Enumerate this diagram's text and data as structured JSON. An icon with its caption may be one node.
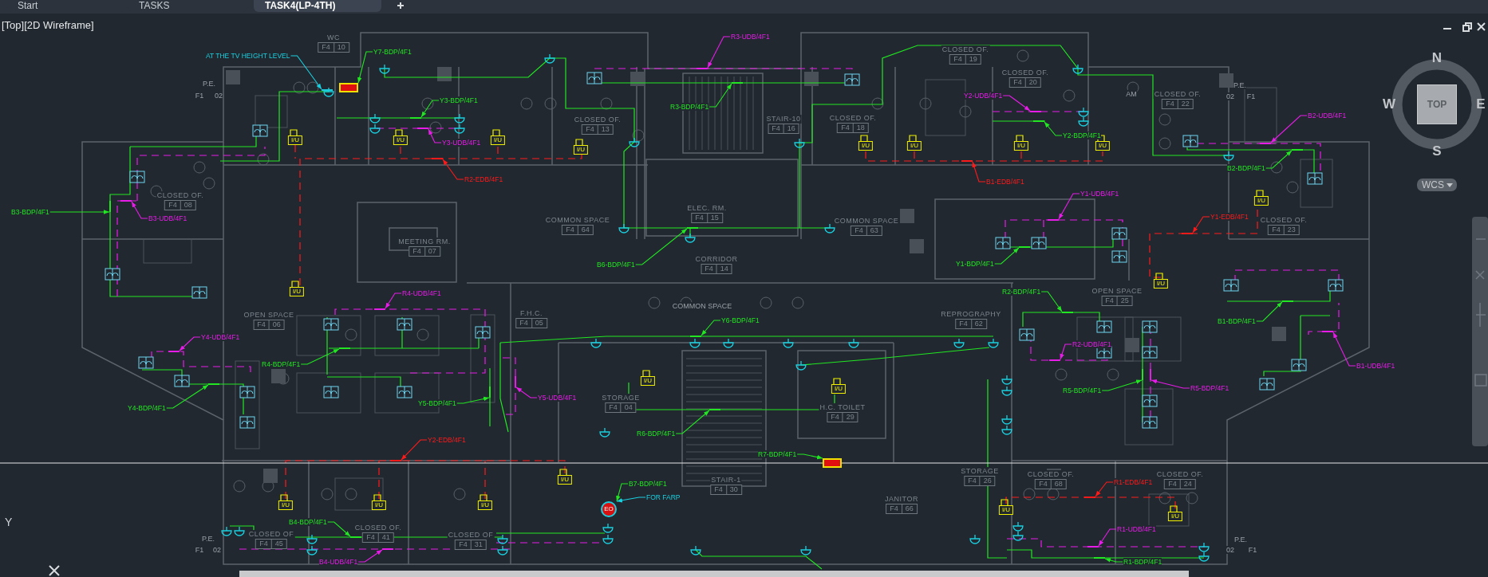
{
  "diagram": {
    "nodes": [
      {
        "text": [
          "AT THE TV HEIGHT LEVEL"
        ]
      },
      {
        "text": [
          "Y7-BDP/4F1"
        ]
      },
      {
        "text": [
          "R3-UDB/4F1"
        ]
      },
      {
        "text": [
          "Y3-BDP/4F1"
        ]
      },
      {
        "text": [
          "Y2-UDB/4F1"
        ]
      },
      {
        "text": [
          "Y2-BDP/4F1"
        ]
      },
      {
        "text": [
          "R3-BDP/4F1"
        ]
      },
      {
        "text": [
          "B2-UDB/4F1"
        ]
      },
      {
        "text": [
          "Y3-UDB/4F1"
        ]
      },
      {
        "text": [
          "B2-BDP/4F1"
        ]
      },
      {
        "text": [
          "R2-EDB/4F1"
        ]
      },
      {
        "text": [
          "B1-EDB/4F1"
        ]
      },
      {
        "text": [
          "Y1-UDB/4F1"
        ]
      },
      {
        "text": [
          "B3-BDP/4F1"
        ]
      },
      {
        "text": [
          "Y1-EDB/4F1"
        ]
      },
      {
        "text": [
          "B3-UDB/4F1"
        ]
      },
      {
        "text": [
          "B6-BDP/4F1"
        ]
      },
      {
        "text": [
          "Y1-BDP/4F1"
        ]
      },
      {
        "text": [
          "R2-BDP/4F1"
        ]
      },
      {
        "text": [
          "R4-UDB/4F1"
        ]
      },
      {
        "text": [
          "Y6-BDP/4F1"
        ]
      },
      {
        "text": [
          "B1-BDP/4F1"
        ]
      },
      {
        "text": [
          "Y4-UDB/4F1"
        ]
      },
      {
        "text": [
          "R2-UDB/4F1"
        ]
      },
      {
        "text": [
          "R4-BDP/4F1"
        ]
      },
      {
        "text": [
          "B1-UDB/4F1"
        ]
      },
      {
        "text": [
          "Y5-UDB/4F1"
        ]
      },
      {
        "text": [
          "R5-BDP/4F1"
        ]
      },
      {
        "text": [
          "R5-BDP/4F1"
        ]
      },
      {
        "text": [
          "Y5-BDP/4F1"
        ]
      },
      {
        "text": [
          "Y4-BDP/4F1"
        ]
      },
      {
        "text": [
          "R6-BDP/4F1"
        ]
      },
      {
        "text": [
          "Y2-EDB/4F1"
        ]
      },
      {
        "text": [
          "R7-BDP/4F1"
        ]
      },
      {
        "text": [
          "R1-EDB/4F1"
        ]
      },
      {
        "text": [
          "B7-BDP/4F1"
        ]
      },
      {
        "text": [
          "FOR FARP"
        ]
      },
      {
        "text": [
          "B4-BDP/4F1"
        ]
      },
      {
        "text": [
          "R1-UDB/4F1"
        ]
      },
      {
        "text": [
          "B4-UDB/4F1"
        ]
      },
      {
        "text": [
          "R1-BDP/4F1"
        ]
      },
      {
        "text": [
          "WC",
          "F4",
          "10"
        ]
      },
      {
        "text": [
          "CLOSED OF.",
          "F4",
          "13"
        ]
      },
      {
        "text": [
          "STAIR-10",
          "F4",
          "16"
        ]
      },
      {
        "text": [
          "CLOSED OF.",
          "F4",
          "18"
        ]
      },
      {
        "text": [
          "CLOSED OF.",
          "F4",
          "19"
        ]
      },
      {
        "text": [
          "CLOSED OF.",
          "F4",
          "20"
        ]
      },
      {
        "text": [
          "CLOSED OF.",
          "F4",
          "22"
        ]
      },
      {
        "text": [
          "CLOSED OF.",
          "F4",
          "08"
        ]
      },
      {
        "text": [
          "ELEC. RM.",
          "F4",
          "15"
        ]
      },
      {
        "text": [
          "COMMON SPACE",
          "F4",
          "64"
        ]
      },
      {
        "text": [
          "COMMON SPACE",
          "F4",
          "63"
        ]
      },
      {
        "text": [
          "CLOSED OF.",
          "F4",
          "23"
        ]
      },
      {
        "text": [
          "MEETING RM.",
          "F4",
          "07"
        ]
      },
      {
        "text": [
          "CORRIDOR",
          "F4",
          "14"
        ]
      },
      {
        "text": [
          "OPEN SPACE",
          "F4",
          "25"
        ]
      },
      {
        "text": [
          "OPEN SPACE",
          "F4",
          "06"
        ]
      },
      {
        "text": [
          "F.H.C.",
          "F4",
          "05"
        ]
      },
      {
        "text": [
          "REPROGRAPHY",
          "F4",
          "62"
        ]
      },
      {
        "text": [
          "STORAGE",
          "F4",
          "04"
        ]
      },
      {
        "text": [
          "H.C. TOILET",
          "F4",
          "29"
        ]
      },
      {
        "text": [
          "STORAGE",
          "F4",
          "26"
        ]
      },
      {
        "text": [
          "CLOSED OF.",
          "F4",
          "68"
        ]
      },
      {
        "text": [
          "CLOSED OF.",
          "F4",
          "24"
        ]
      },
      {
        "text": [
          "STAIR-1",
          "F4",
          "30"
        ]
      },
      {
        "text": [
          "JANITOR",
          "F4",
          "66"
        ]
      },
      {
        "text": [
          "CLOSED OF.",
          "F4",
          "41"
        ]
      },
      {
        "text": [
          "CLOSED OF",
          "F4",
          "45"
        ]
      },
      {
        "text": [
          "CLOSED OF",
          "F4",
          "31"
        ]
      },
      {
        "text": [],
        "shape": "box"
      },
      {
        "text": [],
        "shape": "box"
      },
      {
        "text": [
          "EO"
        ]
      },
      {
        "text": [],
        "shape": "line"
      },
      {
        "text": [],
        "shape": "line"
      },
      {
        "text": [],
        "shape": "line"
      },
      {
        "text": [],
        "shape": "line"
      },
      {
        "text": [],
        "shape": "line"
      },
      {
        "text": [],
        "shape": "line"
      },
      {
        "text": [],
        "shape": "line"
      },
      {
        "text": [],
        "shape": "line"
      },
      {
        "text": [],
        "shape": "line"
      },
      {
        "text": [],
        "shape": "line"
      },
      {
        "text": [],
        "shape": "line"
      },
      {
        "text": [],
        "shape": "line"
      },
      {
        "text": [],
        "shape": "line"
      },
      {
        "text": [],
        "shape": "line"
      },
      {
        "text": [],
        "shape": "line"
      },
      {
        "text": [],
        "shape": "line"
      },
      {
        "text": [],
        "shape": "line"
      },
      {
        "text": [],
        "shape": "line"
      },
      {
        "text": [],
        "shape": "line"
      },
      {
        "text": [],
        "shape": "line"
      },
      {
        "text": [],
        "shape": "line"
      },
      {
        "text": [],
        "shape": "line"
      },
      {
        "text": [],
        "shape": "line"
      },
      {
        "text": [],
        "shape": "line"
      },
      {
        "text": [],
        "shape": "line"
      },
      {
        "text": [],
        "shape": "line"
      },
      {
        "text": [],
        "shape": "line"
      },
      {
        "text": [],
        "shape": "line"
      },
      {
        "text": [],
        "shape": "line"
      },
      {
        "text": [],
        "shape": "line"
      },
      {
        "text": [],
        "shape": "line"
      },
      {
        "text": [],
        "shape": "line"
      },
      {
        "text": [],
        "shape": "line"
      },
      {
        "text": [],
        "shape": "line"
      },
      {
        "text": [],
        "shape": "line"
      },
      {
        "text": [],
        "shape": "line"
      },
      {
        "text": [],
        "shape": "line"
      }
    ],
    "edges": [
      {
        "from": 0,
        "to": 72,
        "arrow": "to",
        "color": "#1ad0e0"
      },
      {
        "from": 1,
        "to": 69,
        "arrow": "to"
      },
      {
        "from": 2,
        "to": 73,
        "arrow": "to",
        "color": "#e81ce8"
      },
      {
        "from": 3,
        "to": 74,
        "arrow": "to"
      },
      {
        "from": 4,
        "to": 75,
        "arrow": "to",
        "color": "#e81ce8"
      },
      {
        "from": 5,
        "to": 76,
        "arrow": "to"
      },
      {
        "from": 6,
        "to": 77,
        "arrow": "to"
      },
      {
        "from": 7,
        "to": 78,
        "arrow": "to",
        "color": "#e81ce8"
      },
      {
        "from": 8,
        "to": 79,
        "arrow": "to",
        "color": "#e81ce8"
      },
      {
        "from": 9,
        "to": 80,
        "arrow": "to"
      },
      {
        "from": 10,
        "to": 81,
        "arrow": "to",
        "color": "#ff1a1a"
      },
      {
        "from": 11,
        "to": 82,
        "arrow": "to",
        "color": "#ff1a1a"
      },
      {
        "from": 12,
        "to": 83,
        "arrow": "to",
        "color": "#e81ce8"
      },
      {
        "from": 13,
        "to": 84,
        "arrow": "to"
      },
      {
        "from": 14,
        "to": 85,
        "arrow": "to",
        "color": "#ff1a1a"
      },
      {
        "from": 15,
        "to": 86,
        "arrow": "to",
        "color": "#e81ce8"
      },
      {
        "from": 16,
        "to": 87,
        "arrow": "to"
      },
      {
        "from": 17,
        "to": 88,
        "arrow": "to"
      },
      {
        "from": 18,
        "to": 89,
        "arrow": "to"
      },
      {
        "from": 19,
        "to": 90,
        "arrow": "to",
        "color": "#e81ce8"
      },
      {
        "from": 20,
        "to": 91,
        "arrow": "to"
      },
      {
        "from": 21,
        "to": 92,
        "arrow": "to"
      },
      {
        "from": 22,
        "to": 93,
        "arrow": "to",
        "color": "#e81ce8"
      },
      {
        "from": 23,
        "to": 94,
        "arrow": "to",
        "color": "#e81ce8"
      },
      {
        "from": 24,
        "to": 95,
        "arrow": "to"
      },
      {
        "from": 25,
        "to": 96,
        "arrow": "to",
        "color": "#e81ce8"
      },
      {
        "from": 26,
        "to": 97,
        "arrow": "to",
        "color": "#e81ce8"
      },
      {
        "from": 27,
        "to": 98,
        "arrow": "to"
      },
      {
        "from": 28,
        "to": 99,
        "arrow": "to",
        "color": "#e81ce8"
      },
      {
        "from": 29,
        "to": 100,
        "arrow": "to"
      },
      {
        "from": 30,
        "to": 101,
        "arrow": "to"
      },
      {
        "from": 31,
        "to": 102,
        "arrow": "to"
      },
      {
        "from": 32,
        "to": 103,
        "arrow": "to",
        "color": "#ff1a1a"
      },
      {
        "from": 33,
        "to": 70,
        "arrow": "to"
      },
      {
        "from": 34,
        "to": 104,
        "arrow": "to",
        "color": "#ff1a1a"
      },
      {
        "from": 35,
        "to": 71,
        "arrow": "to"
      },
      {
        "from": 36,
        "to": 71,
        "arrow": "to",
        "color": "#1ad0e0"
      },
      {
        "from": 37,
        "to": 105,
        "arrow": "to"
      },
      {
        "from": 38,
        "to": 106,
        "arrow": "to",
        "color": "#e81ce8"
      },
      {
        "from": 39,
        "to": 107,
        "arrow": "to",
        "color": "#e81ce8"
      },
      {
        "from": 40,
        "to": 108,
        "arrow": "to"
      }
    ],
    "labels": [
      "Start",
      "TASKS",
      "TASK4(LP-4TH)",
      "[Top][2D Wireframe]",
      "P.E.",
      "F1",
      "02",
      "P.E.",
      "02",
      "F1",
      "AM",
      "N",
      "W",
      "TOP",
      "E",
      "S",
      "WCS",
      "COMMON SPACE",
      "Y",
      "P.E.",
      "F1",
      "02",
      "P.E.",
      "02",
      "F1",
      "I/U",
      "I/U",
      "I/U",
      "I/U",
      "I/U",
      "I/U",
      "I/U",
      "I/U",
      "I/U",
      "I/U",
      "I/U",
      "I/U",
      "I/U",
      "I/U",
      "I/U",
      "I/U",
      "I/U",
      "I/U",
      "I/U"
    ]
  }
}
